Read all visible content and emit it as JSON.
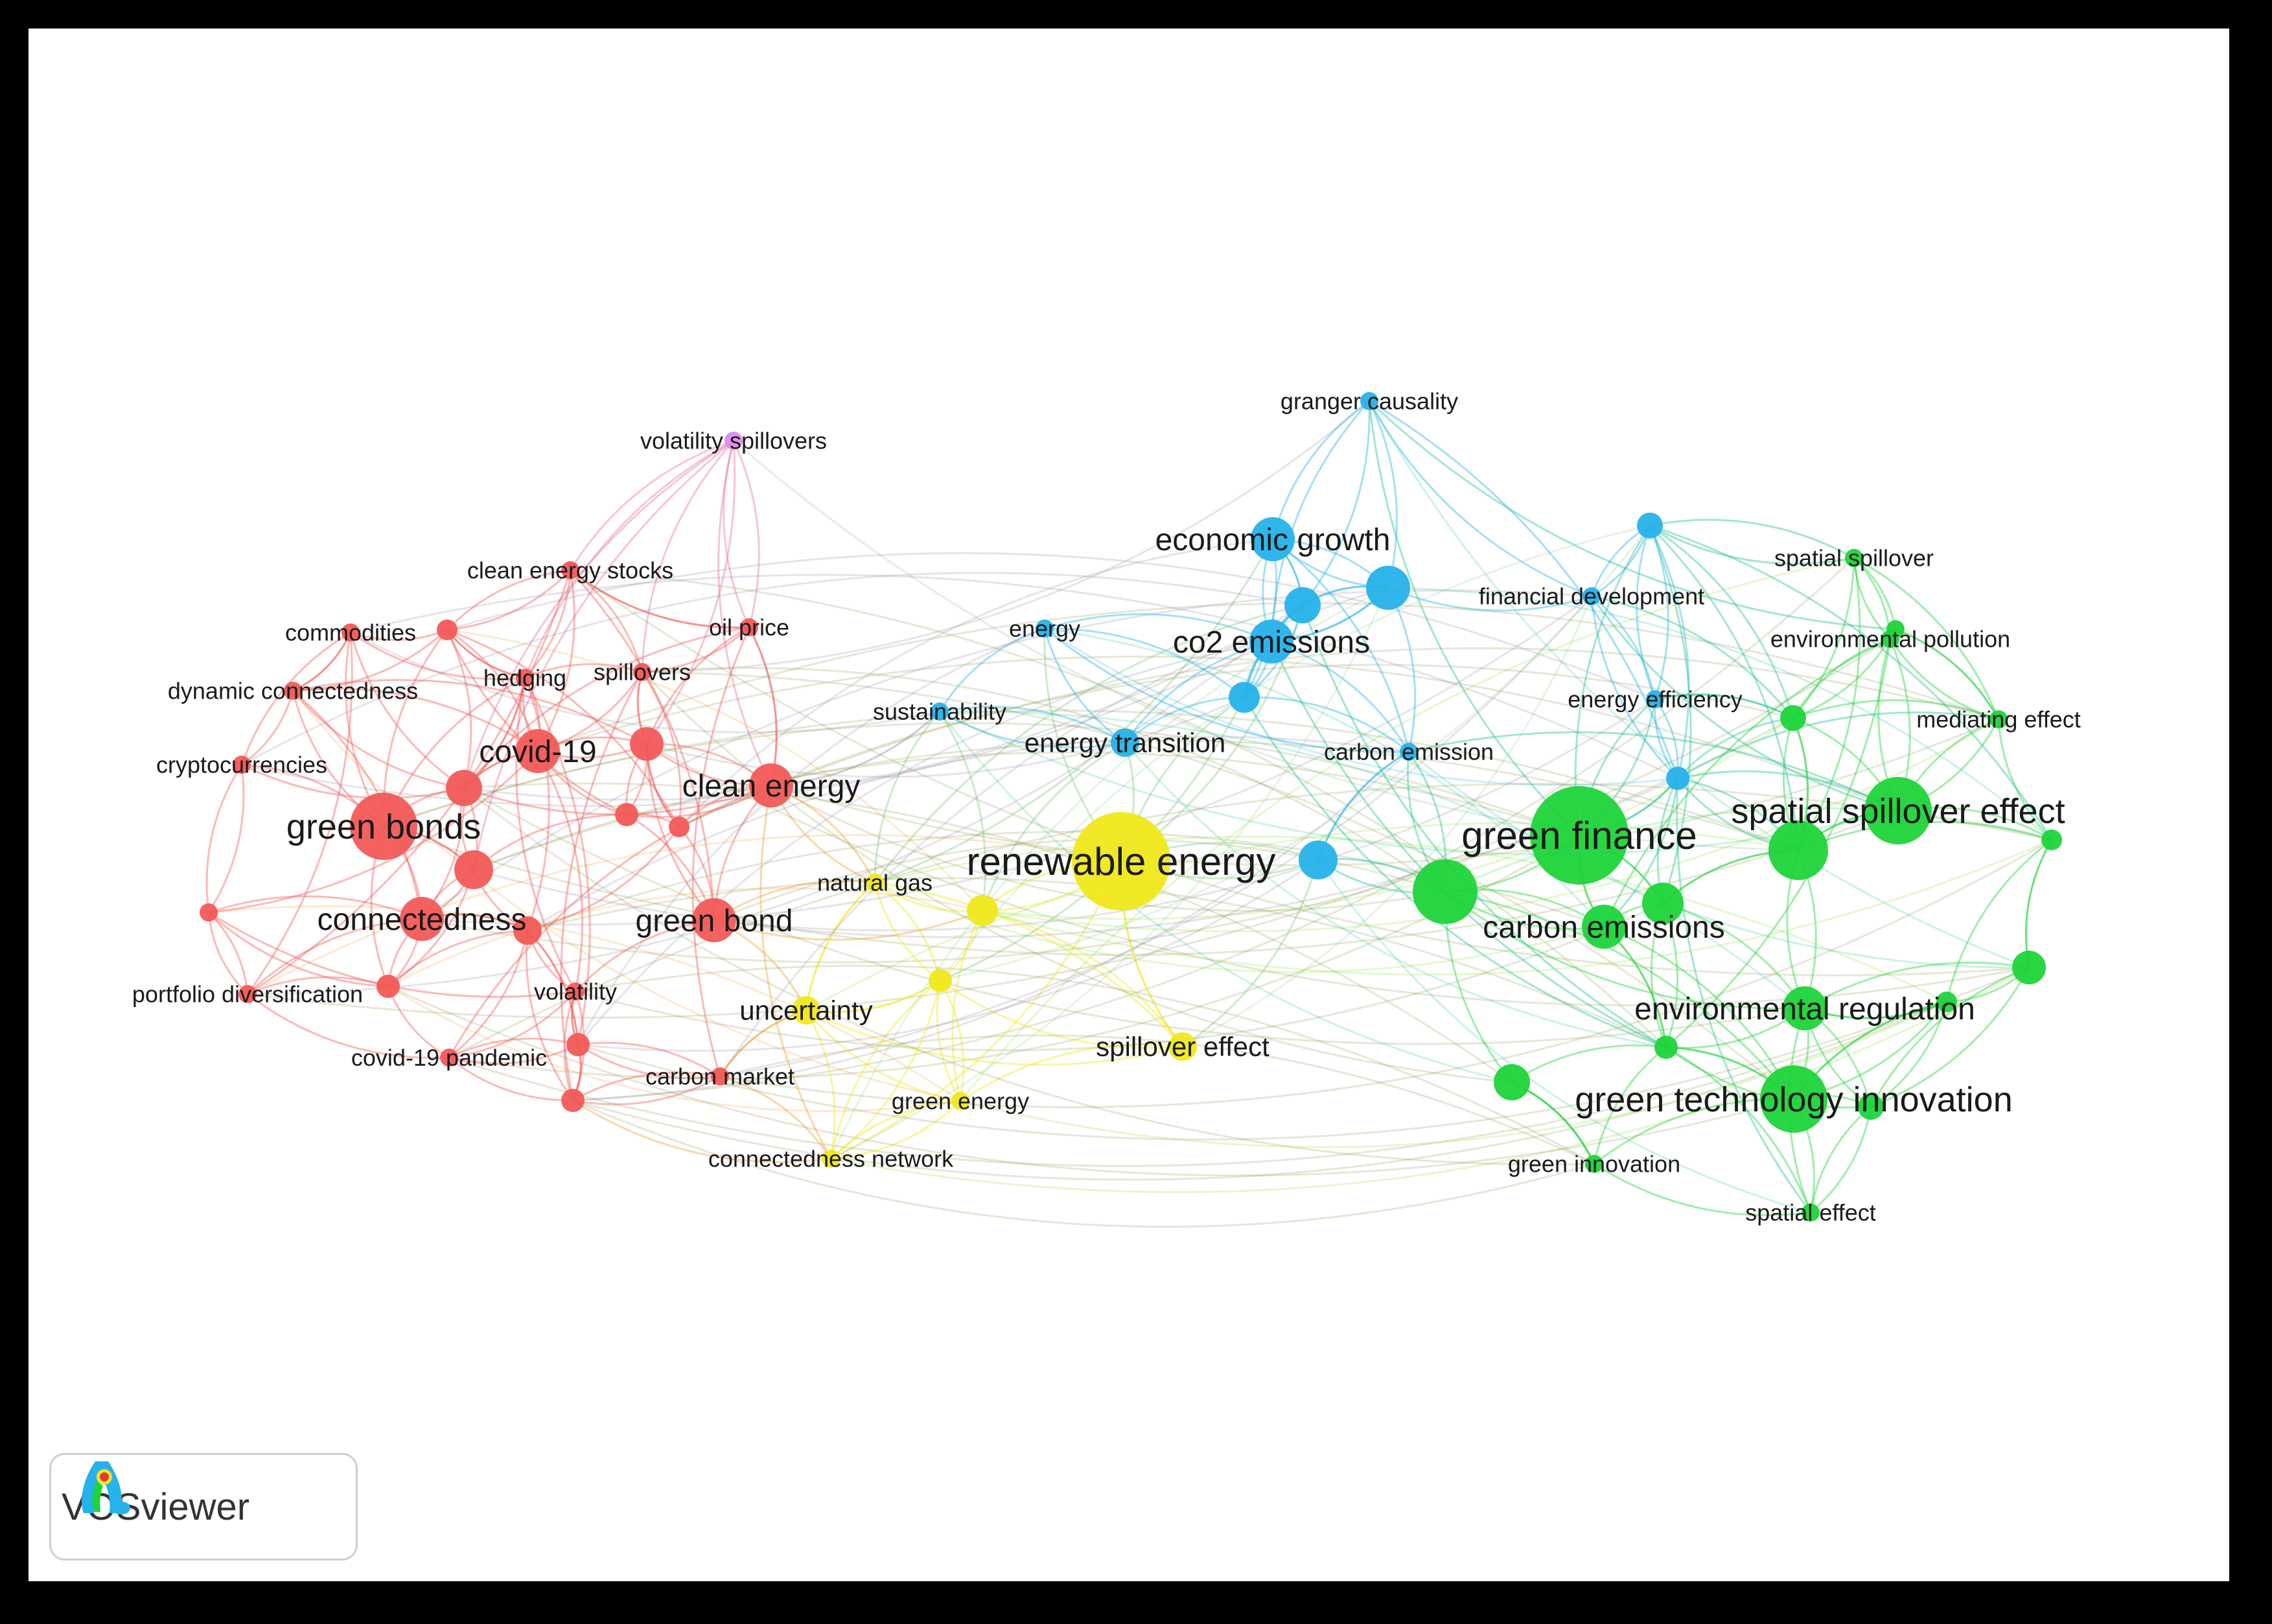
{
  "app": {
    "name": "VOSviewer"
  },
  "colors": {
    "red": "#f25a57",
    "green": "#1ed43a",
    "blue": "#26b2ea",
    "yellow": "#f0e81a",
    "purple": "#dc8ef0"
  },
  "nodes": [
    {
      "id": "volatility-spillovers",
      "label": "volatility spillovers",
      "cluster": "purple",
      "weight": 1
    },
    {
      "id": "granger-causality",
      "label": "granger causality",
      "cluster": "blue",
      "weight": 1
    },
    {
      "id": "economic-growth",
      "label": "economic growth",
      "cluster": "blue",
      "weight": 3
    },
    {
      "id": "financial-development",
      "label": "financial development",
      "cluster": "blue",
      "weight": 1
    },
    {
      "id": "spatial-spillover",
      "label": "spatial spillover",
      "cluster": "green",
      "weight": 1
    },
    {
      "id": "clean-energy-stocks",
      "label": "clean energy stocks",
      "cluster": "red",
      "weight": 1
    },
    {
      "id": "commodities",
      "label": "commodities",
      "cluster": "red",
      "weight": 1
    },
    {
      "id": "oil-price",
      "label": "oil price",
      "cluster": "red",
      "weight": 1
    },
    {
      "id": "energy",
      "label": "energy",
      "cluster": "blue",
      "weight": 1
    },
    {
      "id": "co2-emissions",
      "label": "co2 emissions",
      "cluster": "blue",
      "weight": 3
    },
    {
      "id": "environmental-pollution",
      "label": "environmental pollution",
      "cluster": "green",
      "weight": 1
    },
    {
      "id": "dynamic-connectedness",
      "label": "dynamic connectedness",
      "cluster": "red",
      "weight": 1
    },
    {
      "id": "hedging",
      "label": "hedging",
      "cluster": "red",
      "weight": 1
    },
    {
      "id": "spillovers",
      "label": "spillovers",
      "cluster": "red",
      "weight": 1
    },
    {
      "id": "energy-efficiency",
      "label": "energy efficiency",
      "cluster": "blue",
      "weight": 1
    },
    {
      "id": "sustainability",
      "label": "sustainability",
      "cluster": "blue",
      "weight": 1
    },
    {
      "id": "mediating-effect",
      "label": "mediating effect",
      "cluster": "green",
      "weight": 1
    },
    {
      "id": "cryptocurrencies",
      "label": "cryptocurrencies",
      "cluster": "red",
      "weight": 1
    },
    {
      "id": "covid-19",
      "label": "covid-19",
      "cluster": "red",
      "weight": 3
    },
    {
      "id": "energy-transition",
      "label": "energy transition",
      "cluster": "blue",
      "weight": 2
    },
    {
      "id": "carbon-emission",
      "label": "carbon emission",
      "cluster": "blue",
      "weight": 1
    },
    {
      "id": "clean-energy",
      "label": "clean energy",
      "cluster": "red",
      "weight": 3
    },
    {
      "id": "spatial-spillover-effect",
      "label": "spatial spillover effect",
      "cluster": "green",
      "weight": 4
    },
    {
      "id": "green-bonds",
      "label": "green bonds",
      "cluster": "red",
      "weight": 4
    },
    {
      "id": "green-finance",
      "label": "green finance",
      "cluster": "green",
      "weight": 5
    },
    {
      "id": "renewable-energy",
      "label": "renewable energy",
      "cluster": "yellow",
      "weight": 5
    },
    {
      "id": "natural-gas",
      "label": "natural gas",
      "cluster": "yellow",
      "weight": 1
    },
    {
      "id": "connectedness",
      "label": "connectedness",
      "cluster": "red",
      "weight": 3
    },
    {
      "id": "green-bond",
      "label": "green bond",
      "cluster": "red",
      "weight": 3
    },
    {
      "id": "carbon-emissions",
      "label": "carbon emissions",
      "cluster": "green",
      "weight": 3
    },
    {
      "id": "portfolio-diversification",
      "label": "portfolio diversification",
      "cluster": "red",
      "weight": 1
    },
    {
      "id": "volatility",
      "label": "volatility",
      "cluster": "red",
      "weight": 1
    },
    {
      "id": "uncertainty",
      "label": "uncertainty",
      "cluster": "yellow",
      "weight": 2
    },
    {
      "id": "environmental-regulation",
      "label": "environmental regulation",
      "cluster": "green",
      "weight": 3
    },
    {
      "id": "spillover-effect",
      "label": "spillover effect",
      "cluster": "yellow",
      "weight": 2
    },
    {
      "id": "covid-19-pandemic",
      "label": "covid-19 pandemic",
      "cluster": "red",
      "weight": 1
    },
    {
      "id": "carbon-market",
      "label": "carbon market",
      "cluster": "red",
      "weight": 1
    },
    {
      "id": "green-technology-innovation",
      "label": "green technology innovation",
      "cluster": "green",
      "weight": 4
    },
    {
      "id": "green-energy",
      "label": "green energy",
      "cluster": "yellow",
      "weight": 1
    },
    {
      "id": "connectedness-network",
      "label": "connectedness network",
      "cluster": "yellow",
      "weight": 1
    },
    {
      "id": "green-innovation",
      "label": "green innovation",
      "cluster": "green",
      "weight": 1
    },
    {
      "id": "spatial-effect",
      "label": "spatial effect",
      "cluster": "green",
      "weight": 1
    }
  ]
}
